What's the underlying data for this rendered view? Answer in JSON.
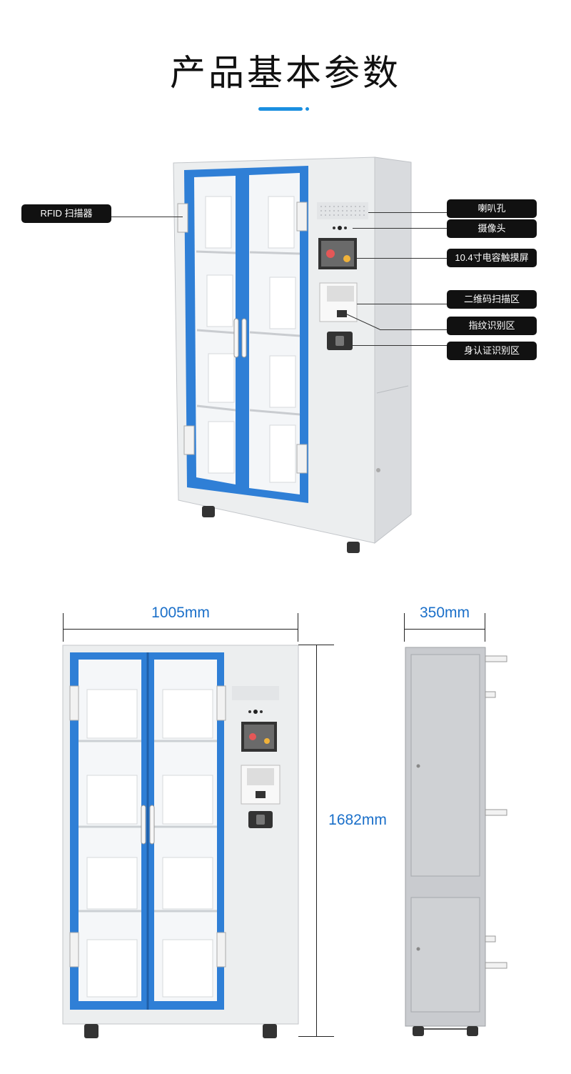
{
  "header": {
    "title": "产品基本参数"
  },
  "callouts": {
    "rfid": "RFID 扫描器",
    "speaker": "喇叭孔",
    "camera": "摄像头",
    "screen": "10.4寸电容触摸屏",
    "qrcode": "二维码扫描区",
    "fingerprint": "指纹识别区",
    "idcard": "身认证识别区"
  },
  "dimensions": {
    "width": "1005mm",
    "depth": "350mm",
    "height": "1682mm"
  },
  "colors": {
    "accent": "#1a8fe0",
    "door_frame": "#2f7fd6",
    "cabinet_body": "#e9eaec",
    "side_panel": "#c9cbcf",
    "callout_bg": "#111111",
    "dimension_text": "#1a6fc9"
  }
}
